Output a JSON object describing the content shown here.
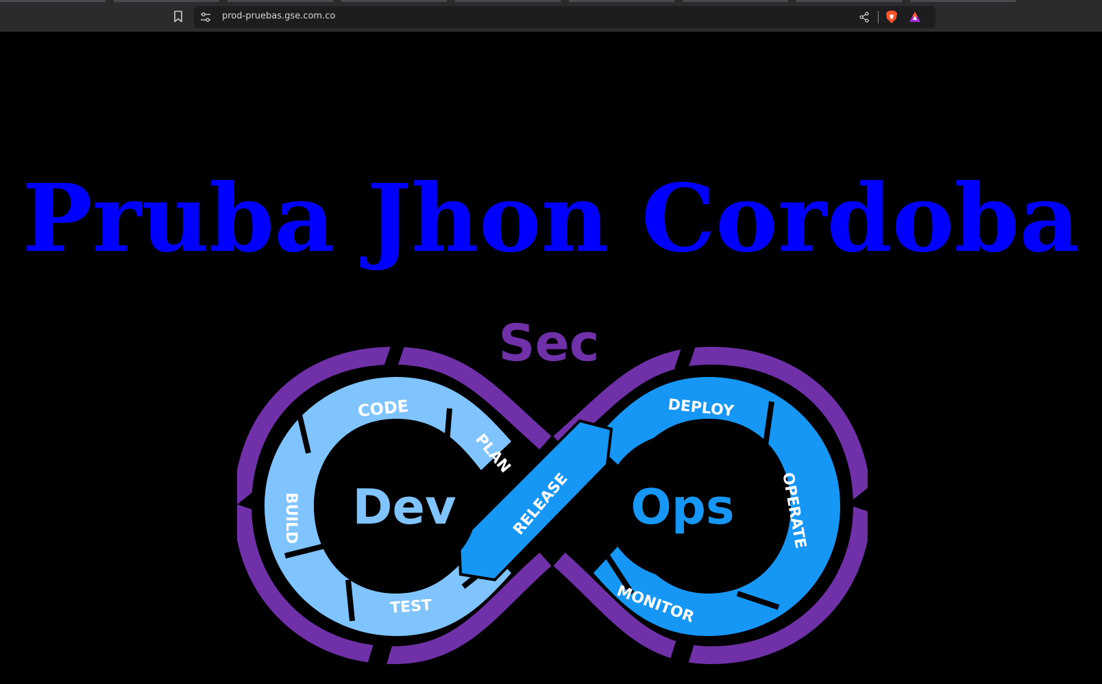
{
  "browser": {
    "url": "prod-pruebas.gse.com.co",
    "icons": {
      "bookmark": "bookmark-icon",
      "site_info": "site-info-icon",
      "share": "share-icon",
      "brave_shields": "brave-lion-icon",
      "brave_rewards": "brave-rewards-icon"
    }
  },
  "page": {
    "heading": "Pruba Jhon Cordoba",
    "logo": {
      "top_label": "Sec",
      "left_label": "Dev",
      "right_label": "Ops",
      "stages": [
        "CODE",
        "PLAN",
        "BUILD",
        "TEST",
        "RELEASE",
        "DEPLOY",
        "OPERATE",
        "MONITOR"
      ],
      "colors": {
        "heading": "#0000ff",
        "ring": "#7030a8",
        "dev_loop": "#80c4ff",
        "ops_loop": "#1696f5"
      }
    }
  }
}
